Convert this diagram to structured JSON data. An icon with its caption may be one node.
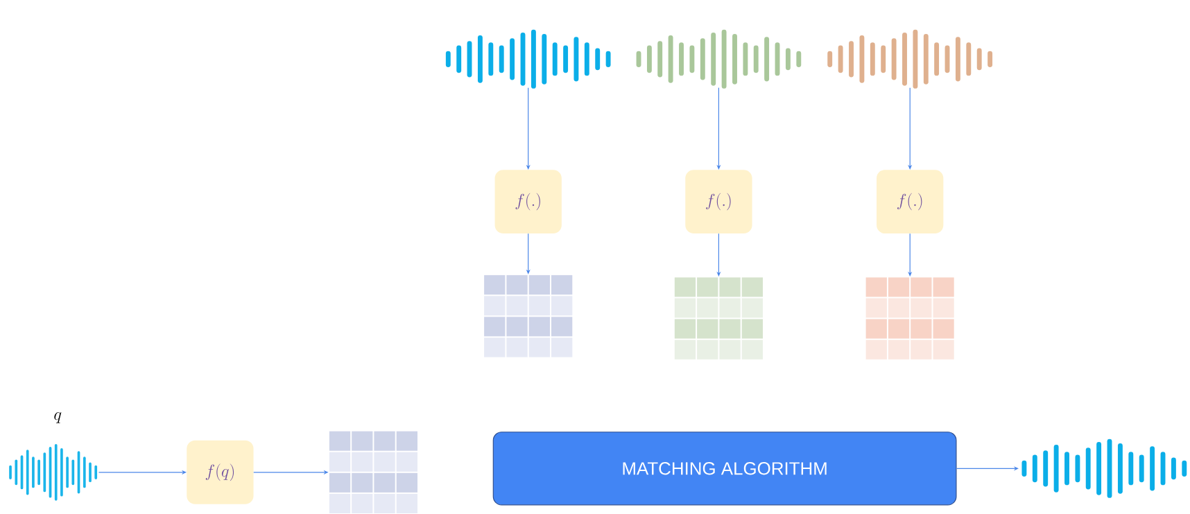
{
  "diagram": {
    "nodes": [
      {
        "text": [],
        "shape": "picture"
      },
      {
        "text": [],
        "shape": "picture"
      },
      {
        "text": [],
        "shape": "picture"
      },
      {
        "text": [
          "f(.)"
        ]
      },
      {
        "text": [
          "f(.)"
        ]
      },
      {
        "text": [
          "f(.)"
        ]
      },
      {
        "text": [],
        "shape": "grid"
      },
      {
        "text": [],
        "shape": "grid"
      },
      {
        "text": [],
        "shape": "grid"
      },
      {
        "text": [],
        "shape": "picture",
        "beside": [
          "q"
        ]
      },
      {
        "text": [
          "f(q)"
        ]
      },
      {
        "text": [],
        "shape": "grid"
      },
      {
        "text": [
          "MATCHING ALGORITHM"
        ]
      },
      {
        "text": [],
        "shape": "picture"
      }
    ],
    "edges": [
      {
        "from": 0,
        "to": 3,
        "arrow": "to"
      },
      {
        "from": 3,
        "to": 6,
        "arrow": "to"
      },
      {
        "from": 1,
        "to": 4,
        "arrow": "to"
      },
      {
        "from": 4,
        "to": 7,
        "arrow": "to"
      },
      {
        "from": 2,
        "to": 5,
        "arrow": "to"
      },
      {
        "from": 5,
        "to": 8,
        "arrow": "to"
      },
      {
        "from": 9,
        "to": 10,
        "arrow": "to"
      },
      {
        "from": 10,
        "to": 11,
        "arrow": "to"
      },
      {
        "from": 12,
        "to": 13,
        "arrow": "to"
      }
    ]
  }
}
